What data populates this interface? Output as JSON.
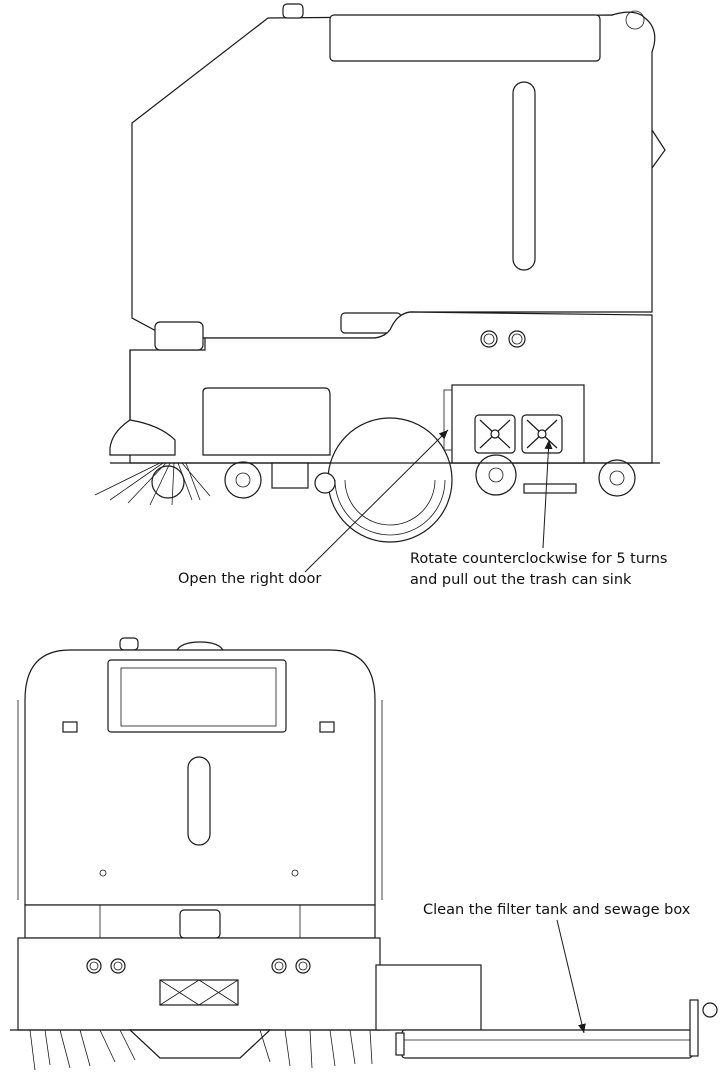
{
  "labels": {
    "open_right_door": "Open the right door",
    "rotate_line1": "Rotate counterclockwise for 5 turns",
    "rotate_line2": "and pull out the trash can sink",
    "clean_filter": "Clean the filter tank and sewage box"
  }
}
